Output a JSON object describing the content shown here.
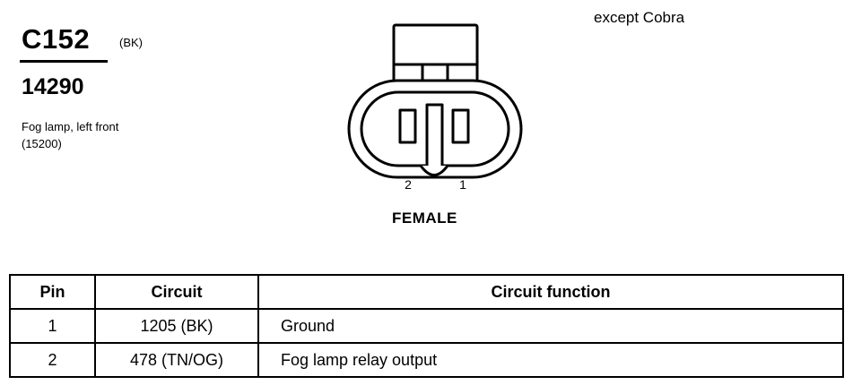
{
  "connector": {
    "id": "C152",
    "color_code": "(BK)",
    "part_number": "14290",
    "description_line1": "Fog lamp, left front",
    "description_line2": "(15200)",
    "variant_note": "except Cobra",
    "gender": "FEMALE",
    "pin_labels": {
      "left": "2",
      "right": "1"
    }
  },
  "pin_table": {
    "headers": {
      "pin": "Pin",
      "circuit": "Circuit",
      "function": "Circuit function"
    },
    "rows": [
      {
        "pin": "1",
        "circuit": "1205 (BK)",
        "function": "Ground"
      },
      {
        "pin": "2",
        "circuit": "478 (TN/OG)",
        "function": "Fog lamp relay output"
      }
    ]
  }
}
